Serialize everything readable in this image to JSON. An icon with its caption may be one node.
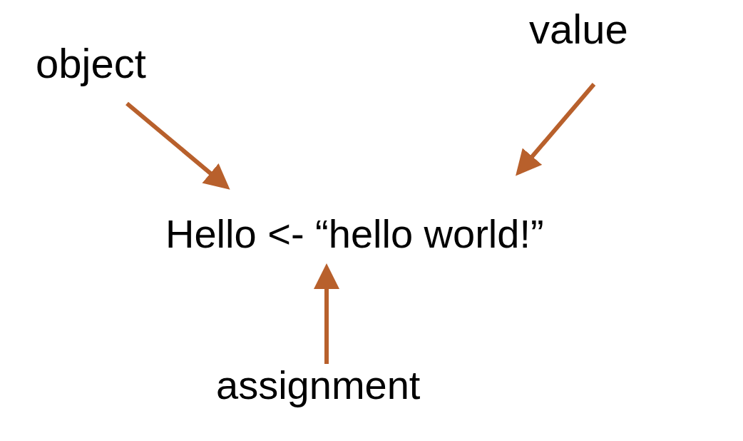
{
  "diagram": {
    "nodes": [
      {
        "text": [
          "object"
        ]
      },
      {
        "text": [
          "value"
        ]
      },
      {
        "text": [
          "Hello <- “hello world!”"
        ]
      },
      {
        "text": [
          "assignment"
        ]
      }
    ],
    "edges": [
      {
        "from": 0,
        "to": 2,
        "arrow": "to"
      },
      {
        "from": 1,
        "to": 2,
        "arrow": "to"
      },
      {
        "from": 3,
        "to": 2,
        "arrow": "to"
      }
    ]
  }
}
